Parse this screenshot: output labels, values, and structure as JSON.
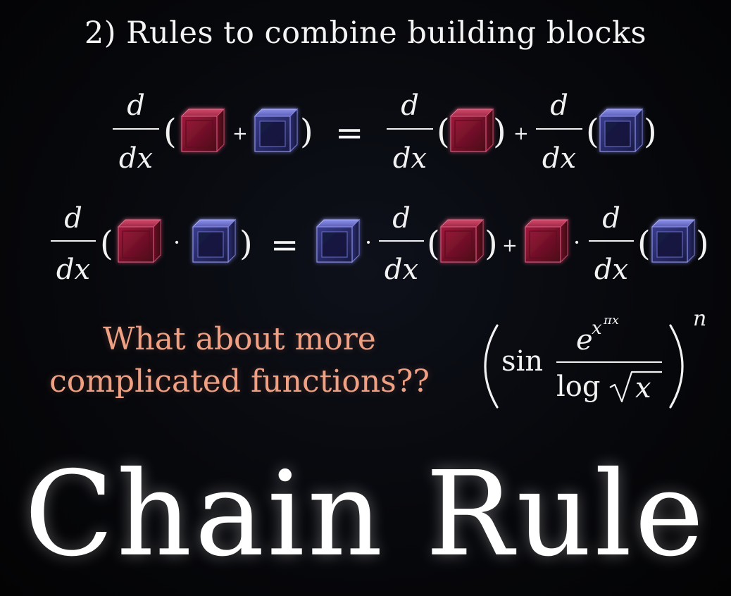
{
  "heading": "2) Rules to combine building blocks",
  "math": {
    "d": "d",
    "dx": "dx",
    "plus": "+",
    "equals": "=",
    "dot": "·",
    "lparen": "(",
    "rparen": ")",
    "sin": "sin",
    "log": "log",
    "e": "e",
    "x": "x",
    "pi_x": "πx",
    "n": "n"
  },
  "question_lines": [
    "What about more",
    "complicated functions??"
  ],
  "big_title": "Chain Rule",
  "colors": {
    "background": "#050608",
    "text": "#f2f2f2",
    "question": "#f0a083",
    "red_cube": "#8c1030",
    "blue_cube": "#3a3c90"
  },
  "icons": [
    "red-cube-icon",
    "blue-cube-icon"
  ]
}
